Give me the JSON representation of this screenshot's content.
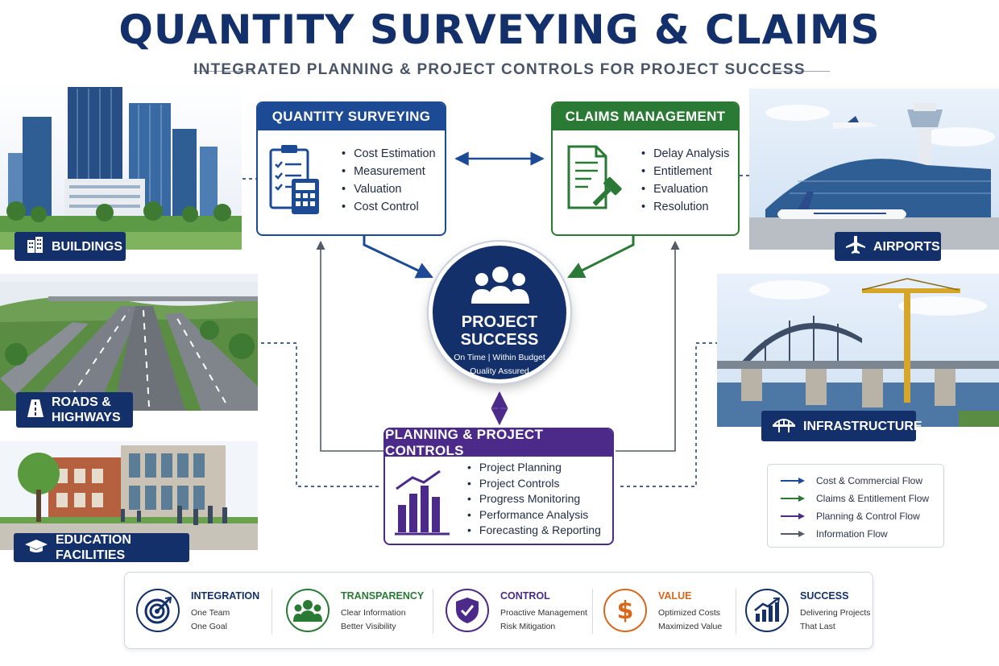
{
  "header": {
    "title": "QUANTITY SURVEYING & CLAIMS",
    "subtitle": "INTEGRATED PLANNING & PROJECT CONTROLS FOR PROJECT SUCCESS"
  },
  "colors": {
    "navy": "#13306b",
    "blue": "#1d4a94",
    "green": "#2a7a35",
    "purple": "#4b2a8a",
    "orange": "#d9671b",
    "gray": "#555b66"
  },
  "categories": [
    {
      "label_line1": "BUILDINGS",
      "label_line2": "",
      "icon": "building-icon"
    },
    {
      "label_line1": "ROADS &",
      "label_line2": "HIGHWAYS",
      "icon": "road-icon"
    },
    {
      "label_line1": "EDUCATION FACILITIES",
      "label_line2": "",
      "icon": "graduation-cap-icon"
    },
    {
      "label_line1": "AIRPORTS",
      "label_line2": "",
      "icon": "airplane-icon"
    },
    {
      "label_line1": "INFRASTRUCTURE",
      "label_line2": "",
      "icon": "bridge-icon"
    }
  ],
  "boxes": {
    "quantity_surveying": {
      "title": "QUANTITY SURVEYING",
      "icon": "clipboard-calculator-icon",
      "items": [
        "Cost Estimation",
        "Measurement",
        "Valuation",
        "Cost Control"
      ]
    },
    "claims_management": {
      "title": "CLAIMS MANAGEMENT",
      "icon": "document-gavel-icon",
      "items": [
        "Delay Analysis",
        "Entitlement",
        "Evaluation",
        "Resolution"
      ]
    },
    "planning_controls": {
      "title": "PLANNING & PROJECT CONTROLS",
      "icon": "bar-chart-icon",
      "items": [
        "Project Planning",
        "Project Controls",
        "Progress Monitoring",
        "Performance Analysis",
        "Forecasting & Reporting"
      ]
    }
  },
  "center": {
    "title_line1": "PROJECT",
    "title_line2": "SUCCESS",
    "sub1": "On Time  |  Within Budget",
    "sub2": "Quality Assured",
    "icon": "team-icon"
  },
  "legend": [
    {
      "label": "Cost & Commercial Flow",
      "color": "#1d4a94"
    },
    {
      "label": "Claims & Entitlement Flow",
      "color": "#2a7a35"
    },
    {
      "label": "Planning & Control Flow",
      "color": "#4b2a8a"
    },
    {
      "label": "Information Flow",
      "color": "#555b66"
    }
  ],
  "pillars": [
    {
      "title": "INTEGRATION",
      "line1": "One Team",
      "line2": "One Goal",
      "color": "#13306b",
      "icon": "target-icon"
    },
    {
      "title": "TRANSPARENCY",
      "line1": "Clear Information",
      "line2": "Better Visibility",
      "color": "#2a7a35",
      "icon": "people-icon"
    },
    {
      "title": "CONTROL",
      "line1": "Proactive Management",
      "line2": "Risk Mitigation",
      "color": "#4b2a8a",
      "icon": "shield-check-icon"
    },
    {
      "title": "VALUE",
      "line1": "Optimized Costs",
      "line2": "Maximized Value",
      "color": "#d9671b",
      "icon": "dollar-icon"
    },
    {
      "title": "SUCCESS",
      "line1": "Delivering Projects",
      "line2": "That Last",
      "color": "#13306b",
      "icon": "growth-chart-icon"
    }
  ]
}
